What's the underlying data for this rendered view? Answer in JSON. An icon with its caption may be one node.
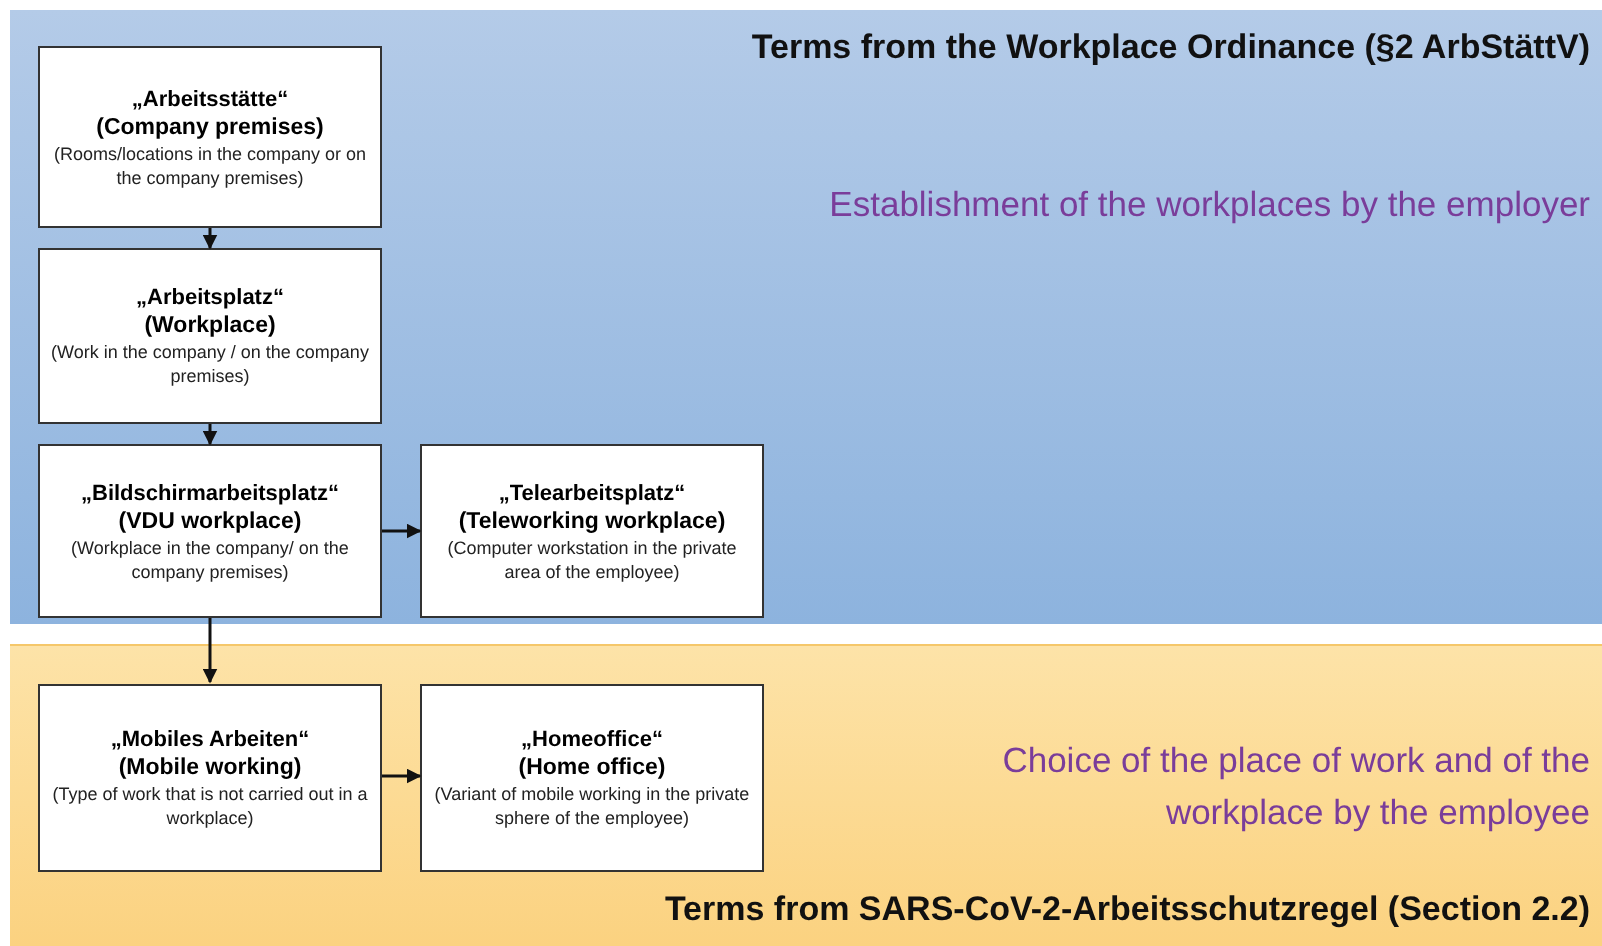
{
  "diagram": {
    "nodes": [
      {
        "text": [
          "Terms from the Workplace Ordinance (§2 ArbStättV)",
          "Establishment of the workplaces by the employer"
        ]
      },
      {
        "text": [
          "„Arbeitsstätte“",
          "(Company premises)",
          "(Rooms/locations in the company or on the company premises)"
        ],
        "in": 0
      },
      {
        "text": [
          "„Arbeitsplatz“",
          "(Workplace)",
          "(Work in the company / on the company premises)"
        ],
        "in": 0
      },
      {
        "text": [
          "„Bildschirmarbeitsplatz“",
          "(VDU workplace)",
          "(Workplace in the company/ on the company premises)"
        ],
        "in": 0
      },
      {
        "text": [
          "„Telearbeitsplatz“",
          "(Teleworking workplace)",
          "(Computer workstation in the private area of the employee)"
        ],
        "in": 0
      },
      {
        "text": [
          "Choice of the place of work and of the workplace by the employee",
          "Terms from SARS-CoV-2-Arbeitsschutzregel (Section 2.2)"
        ]
      },
      {
        "text": [
          "„Mobiles Arbeiten“",
          "(Mobile working)",
          "(Type of work that is not carried out in a workplace)"
        ],
        "in": 5
      },
      {
        "text": [
          "„Homeoffice“",
          "(Home office)",
          "(Variant of mobile working in the private sphere of the employee)"
        ],
        "in": 5
      }
    ],
    "edges": [
      {
        "from": 1,
        "to": 2,
        "arrow": "to"
      },
      {
        "from": 2,
        "to": 3,
        "arrow": "to"
      },
      {
        "from": 3,
        "to": 4,
        "arrow": "to"
      },
      {
        "from": 3,
        "to": 6,
        "arrow": "to"
      },
      {
        "from": 6,
        "to": 7,
        "arrow": "to"
      }
    ]
  }
}
